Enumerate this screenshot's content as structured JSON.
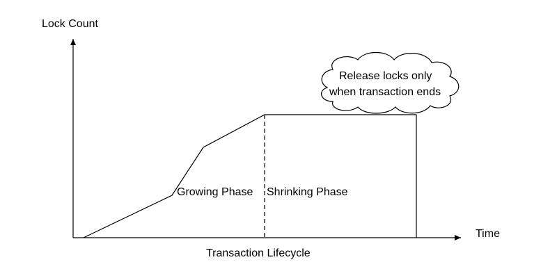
{
  "axes": {
    "y_label": "Lock Count",
    "x_label": "Time"
  },
  "phases": {
    "growing": "Growing Phase",
    "shrinking": "Shrinking Phase"
  },
  "caption": "Transaction Lifecycle",
  "callout": {
    "line1": "Release locks only",
    "line2": "when transaction ends"
  },
  "colors": {
    "ink": "#000000",
    "background": "#ffffff"
  }
}
